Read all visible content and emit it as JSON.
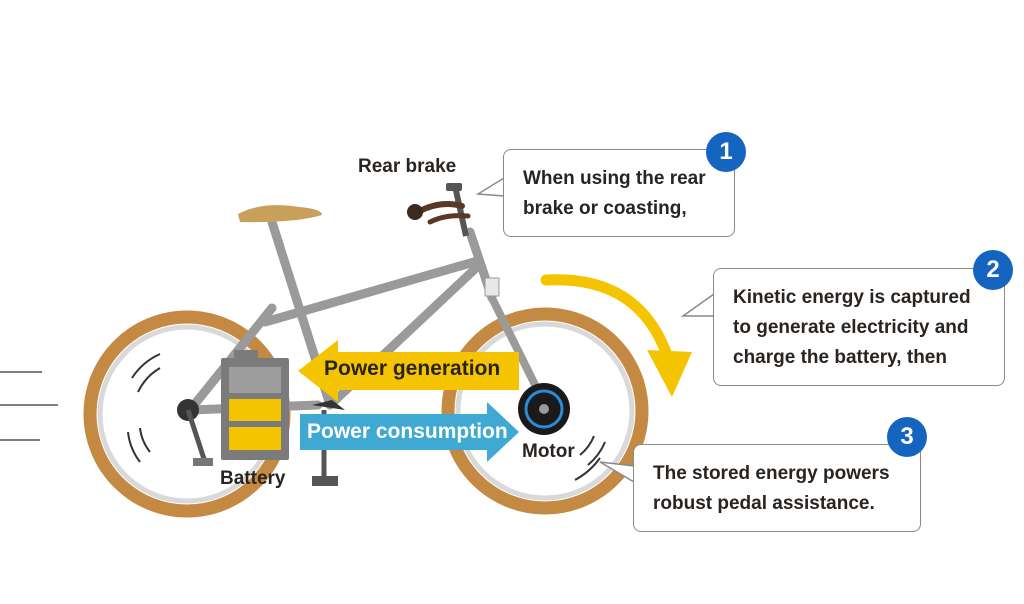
{
  "labels": {
    "rear_brake": "Rear brake",
    "battery": "Battery",
    "motor": "Motor"
  },
  "arrows": {
    "power_generation": "Power generation",
    "power_consumption": "Power consumption"
  },
  "callouts": [
    {
      "number": "1",
      "lines": [
        "When using the rear",
        "brake or coasting,"
      ]
    },
    {
      "number": "2",
      "lines": [
        "Kinetic energy is captured",
        "to generate electricity and",
        "charge the battery, then"
      ]
    },
    {
      "number": "3",
      "lines": [
        "The stored energy powers",
        "robust pedal assistance."
      ]
    }
  ],
  "colors": {
    "tire": "#c48a43",
    "rim": "#d9d9d9",
    "frame": "#9a9a9a",
    "generation_arrow": "#f5c400",
    "consumption_arrow": "#3fa9d3",
    "badge": "#1565c0",
    "battery_cell": "#f5c400",
    "battery_case": "#7b7b7b"
  }
}
